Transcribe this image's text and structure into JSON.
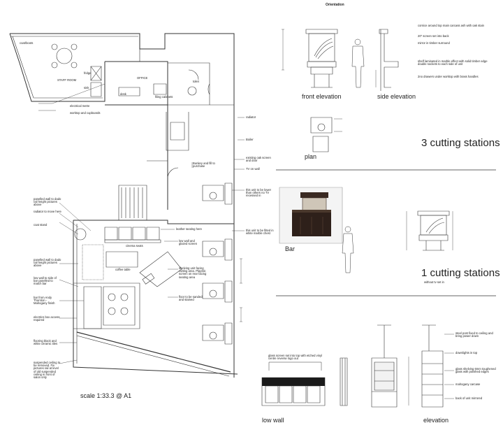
{
  "header": {
    "title": "Orientation"
  },
  "floor_plan": {
    "room_labels": {
      "staff_room": "STAFF ROOM",
      "office": "OFFICE",
      "fridge": "fridge",
      "sink": "sink",
      "toilet": "toilet",
      "desk": "desk",
      "filing_cabinets": "filing cabinets"
    },
    "top_left_label": "coat/boots",
    "left_notes": [
      "electrical metre",
      "worktop and cupboards",
      "panelled wall to dado rail height pictures above",
      "radiator to move here",
      "coat stand",
      "panelled wall to dado rail height pictures above",
      "low wall to side of bar panelled to match bar",
      "bar from Andy Thornton - Mahogany finish",
      "electrics box access required",
      "flooring black and white ceramic tiles",
      "suspended ceiling to be removed. Fix pictures rail at level of old suspended ceiling in front of salon only"
    ],
    "right_notes": [
      "radiator",
      "Boiler",
      "existing oak screen and door",
      "Bunkey and fill to purchase",
      "TV on wall",
      "this unit to be lower than others no TV recessed in",
      "leather seating here",
      "this unit to be fitted in white marble chest",
      "low wall and glazed screen",
      "shelving unit facing cutting area. Playstic screen on rear facing seating area",
      "floor to be sanded and stained"
    ],
    "centre_labels": {
      "cinema_seats": "cinema seats",
      "coffee_table": "coffee table"
    },
    "scale": "scale 1:33.3 @ A1"
  },
  "cutting_stations": {
    "front_elevation": "front elevation",
    "side_elevation": "side elevation",
    "plan": "plan",
    "section_title": "3 cutting stations",
    "notes": [
      "cornice around top main carcass ash with oak stain",
      "20\" screen set into back",
      "mirror in timber surround",
      "shelf laminated in marble effect with solid timber edge double sockets to each side of unit",
      "2no drawers under worktop with brass handles"
    ]
  },
  "bar": {
    "label": "Bar"
  },
  "single_station": {
    "title": "1 cutting stations",
    "subtitle": "without tv set in"
  },
  "low_wall": {
    "label": "low wall",
    "note": "glass screen set into top with etched vinyl centre reverse logo out"
  },
  "shelving": {
    "label": "elevation",
    "notes": [
      "steel post fixed to ceiling and bring power down",
      "downlights in top",
      "glass shelving 6mm toughened glass with polished edges",
      "mahogany carcase",
      "back of unit mirrored"
    ]
  }
}
